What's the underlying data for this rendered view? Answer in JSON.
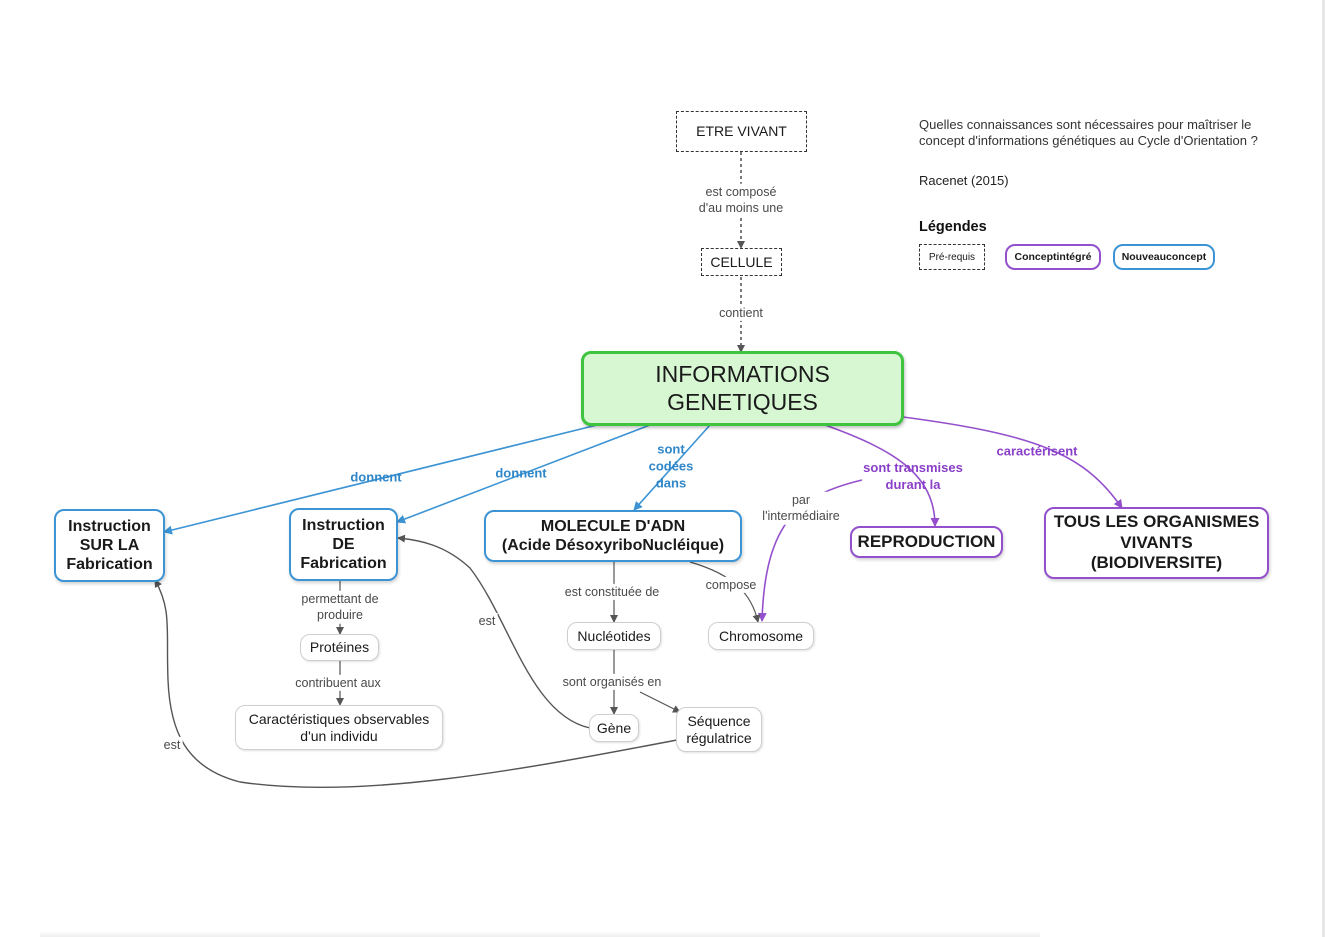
{
  "header": {
    "question": "Quelles connaissances sont nécessaires pour maîtriser le concept d'informations génétiques au Cycle d'Orientation ?",
    "author": "Racenet (2015)"
  },
  "legend": {
    "title": "Légendes",
    "prereq": "Pré-requis",
    "integrated": "Conceptintégré",
    "new": "Nouveauconcept"
  },
  "colors": {
    "main_border": "#3ec43e",
    "main_fill": "#d6f7d2",
    "blue": "#3c94d4",
    "purple": "#9450cc",
    "grey_edge": "#555555"
  },
  "nodes": {
    "etre_vivant": "ETRE VIVANT",
    "cellule": "CELLULE",
    "info_gen": "INFORMATIONS GENETIQUES",
    "instr_sur": "Instruction\nSUR LA\nFabrication",
    "instr_de": "Instruction\nDE\nFabrication",
    "adn": "MOLECULE D'ADN\n(Acide  DésoxyriboNucléique)",
    "reproduction": "REPRODUCTION",
    "organismes": "TOUS LES  ORGANISMES\nVIVANTS\n(BIODIVERSITE)",
    "proteines": "Protéines",
    "caracteristiques": "Caractéristiques  observables\nd'un  individu",
    "nucleotides": "Nucléotides",
    "chromosome": "Chromosome",
    "gene": "Gène",
    "sequence": "Séquence\nrégulatrice"
  },
  "links": {
    "compose": "est composé\nd'au moins une",
    "contient": "contient",
    "donnent_1": "donnent",
    "donnent_2": "donnent",
    "codees": "sont\ncodées\ndans",
    "transmises": "sont transmises\ndurant la",
    "caracterisent": "caractérisent",
    "intermediaire": "par\nl'intermédiaire",
    "permettant": "permettant de\nproduire",
    "contribuent": "contribuent aux",
    "constituee": "est constituée de",
    "compose_chr": "compose",
    "organises": "sont organisés en",
    "est_gene": "est",
    "est_seq": "est"
  }
}
